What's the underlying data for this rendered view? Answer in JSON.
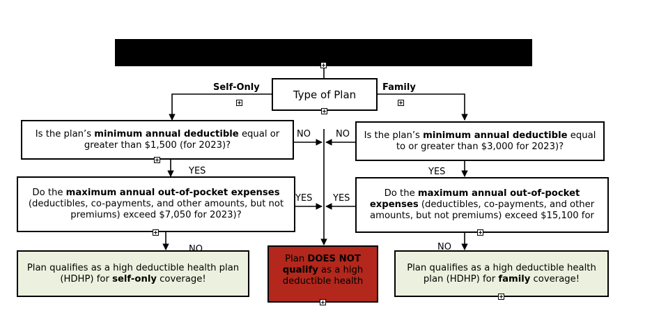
{
  "title_bar": {
    "text": ""
  },
  "type_of_plan": {
    "label": "Type of Plan"
  },
  "branches": {
    "self_only": "Self-Only",
    "family": "Family"
  },
  "self_only": {
    "deductible_q": {
      "pre": "Is the plan’s ",
      "bold": "minimum annual deductible",
      "post": " equal or greater than $1,500 (for 2023)?"
    },
    "oop_q": {
      "pre": "Do the ",
      "bold": "maximum annual out-of-pocket expenses",
      "post": " (deductibles, co-payments, and other amounts, but not premiums) exceed $7,050 for 2023)?"
    },
    "result": {
      "pre": "Plan qualifies as a high deductible health plan (HDHP) for ",
      "bold": "self-only",
      "post": " coverage!"
    }
  },
  "family": {
    "deductible_q": {
      "pre": "Is the plan’s ",
      "bold": "minimum annual deductible",
      "post": " equal to or greater than $3,000 for 2023)?"
    },
    "oop_q": {
      "pre": "Do the ",
      "bold": "maximum annual out-of-pocket expenses",
      "post": " (deductibles, co-payments, and other amounts, but not premiums) exceed $15,100 for"
    },
    "result": {
      "pre": "Plan qualifies as a high deductible health plan (HDHP) for ",
      "bold": "family",
      "post": " coverage!"
    }
  },
  "not_qualify": {
    "pre": "Plan ",
    "bold1": "DOES NOT",
    "mid": " ",
    "bold2": "qualify",
    "post": " as a high deductible health"
  },
  "edge_labels": {
    "left_no_1": "NO",
    "right_no_1": "NO",
    "left_yes_1": "YES",
    "right_yes_1": "YES",
    "left_yes_2": "YES",
    "right_yes_2": "YES",
    "left_no_2": "NO",
    "right_no_2": "NO"
  },
  "colors": {
    "title_bar": "#000000",
    "qualify_fill": "#ebf1de",
    "not_qualify_fill": "#b3271c"
  }
}
